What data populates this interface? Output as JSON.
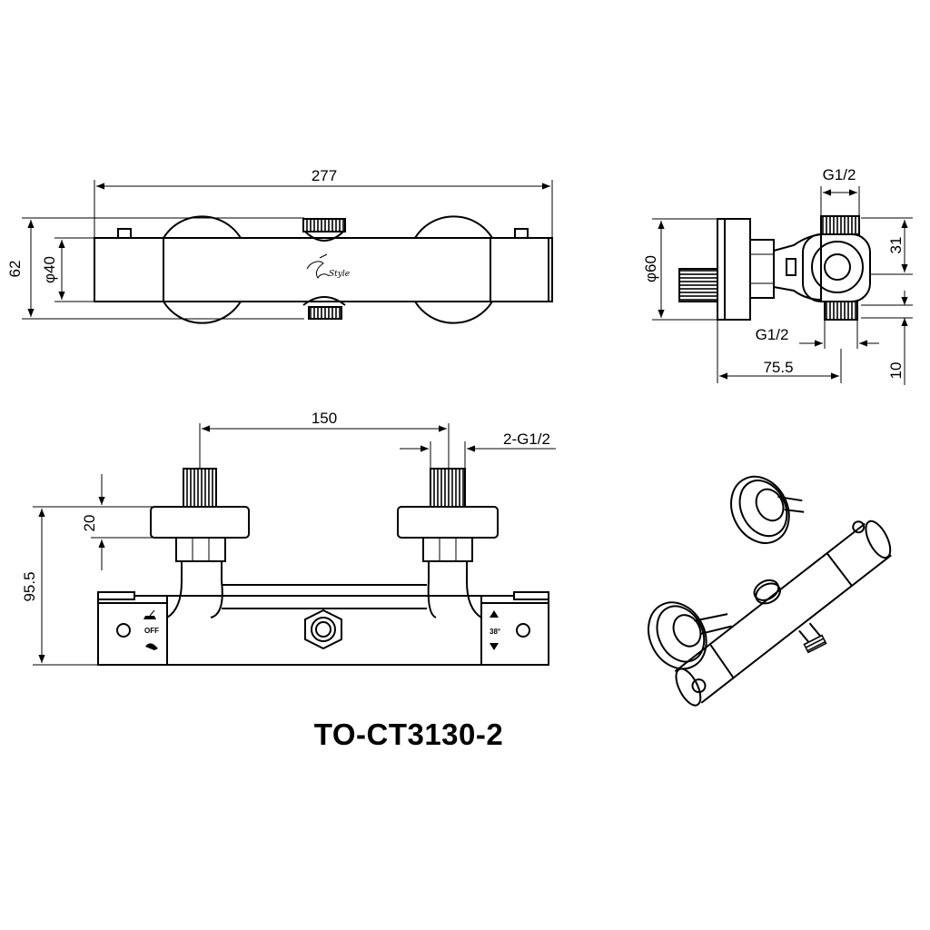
{
  "model_code": "TO-CT3130-2",
  "top_view": {
    "length": "277",
    "height": "62",
    "diameter": "φ40"
  },
  "side_view": {
    "inlet_top": "G1/2",
    "diameter": "φ60",
    "outlet_bottom": "G1/2",
    "depth": "75.5",
    "dim_31": "31",
    "dim_10": "10"
  },
  "front_view": {
    "center_distance": "150",
    "thread": "2-G1/2",
    "eccentric_height": "20",
    "total_height": "95.5",
    "off_label": "OFF",
    "temp_label": "38°"
  },
  "icons": [
    "brand-logo",
    "shower-head-icon",
    "hand-shower-icon",
    "arrow-up-icon",
    "arrow-down-icon"
  ]
}
